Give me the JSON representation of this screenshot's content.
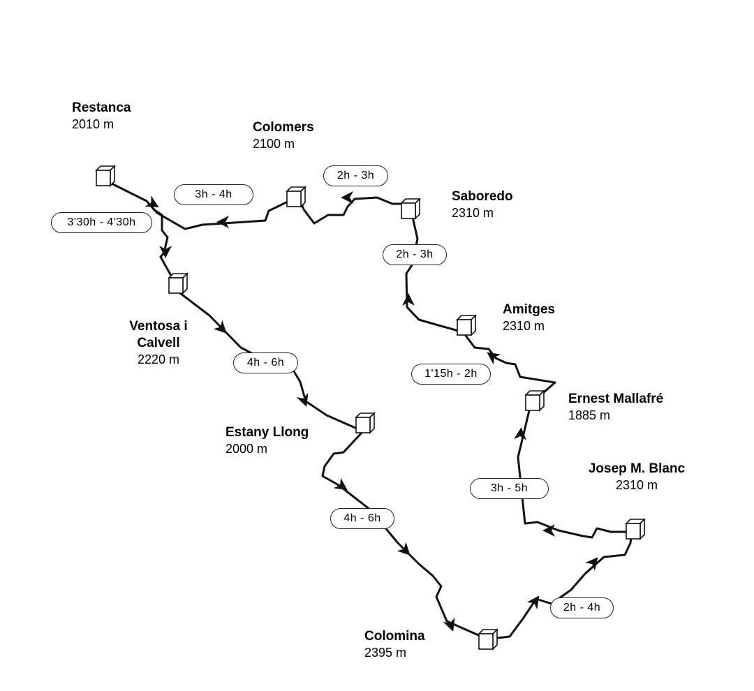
{
  "refuges": [
    {
      "id": "restanca",
      "name": "Restanca",
      "altitude": "2010 m"
    },
    {
      "id": "colomers",
      "name": "Colomers",
      "altitude": "2100 m"
    },
    {
      "id": "saboredo",
      "name": "Saboredo",
      "altitude": "2310 m"
    },
    {
      "id": "amitges",
      "name": "Amitges",
      "altitude": "2310 m"
    },
    {
      "id": "ventosa",
      "name_line1": "Ventosa i",
      "name_line2": "Calvell",
      "altitude": "2220 m"
    },
    {
      "id": "estany-llong",
      "name": "Estany Llong",
      "altitude": "2000 m"
    },
    {
      "id": "ernest-mallafre",
      "name": "Ernest Mallafré",
      "altitude": "1885 m"
    },
    {
      "id": "josep-blanc",
      "name": "Josep M. Blanc",
      "altitude": "2310 m"
    },
    {
      "id": "colomina",
      "name": "Colomina",
      "altitude": "2395 m"
    }
  ],
  "stages": [
    {
      "id": "restanca-colomers",
      "time": "3h - 4h"
    },
    {
      "id": "colomers-saboredo",
      "time": "2h - 3h"
    },
    {
      "id": "saboredo-amitges",
      "time": "2h - 3h"
    },
    {
      "id": "amitges-mallafre",
      "time": "1'15h - 2h"
    },
    {
      "id": "restanca-ventosa",
      "time": "3'30h - 4'30h"
    },
    {
      "id": "ventosa-estany",
      "time": "4h - 6h"
    },
    {
      "id": "estany-colomina",
      "time": "4h - 6h"
    },
    {
      "id": "colomina-blanc",
      "time": "2h - 4h"
    },
    {
      "id": "blanc-mallafre",
      "time": "3h - 5h"
    }
  ]
}
